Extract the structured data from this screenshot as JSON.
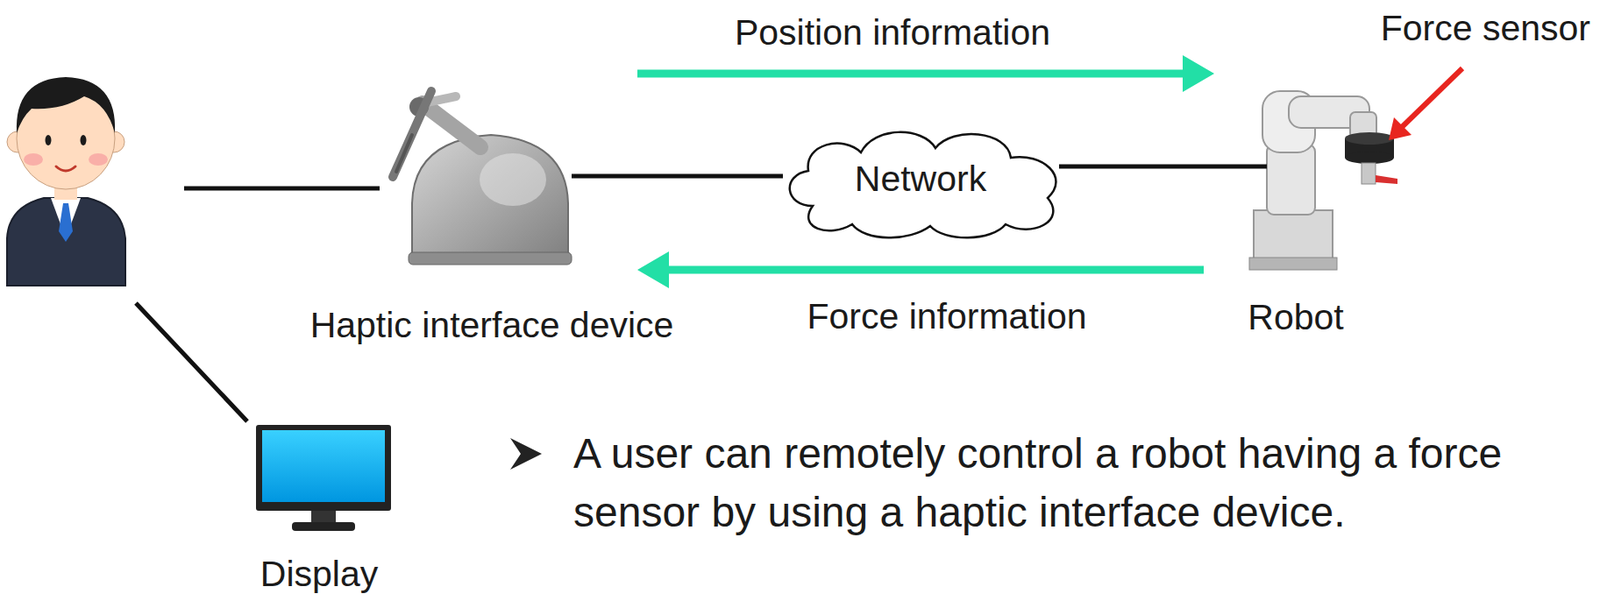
{
  "diagram": {
    "nodes": [
      {
        "text": [
          "Haptic interface device"
        ]
      },
      {
        "text": [
          "Network"
        ]
      },
      {
        "text": [
          "Robot"
        ]
      },
      {
        "text": [
          "Display"
        ]
      }
    ],
    "edges": [
      {
        "from": 0,
        "to": 2,
        "arrow": "to",
        "label": "Position information"
      },
      {
        "from": 2,
        "to": 0,
        "arrow": "to",
        "label": "Force information"
      },
      {
        "from": 0,
        "to": 1,
        "arrow": "none"
      },
      {
        "from": 1,
        "to": 2,
        "arrow": "none"
      }
    ],
    "labels": [
      "Force sensor",
      "A user can remotely control a robot having a force sensor by using a haptic interface device."
    ]
  }
}
